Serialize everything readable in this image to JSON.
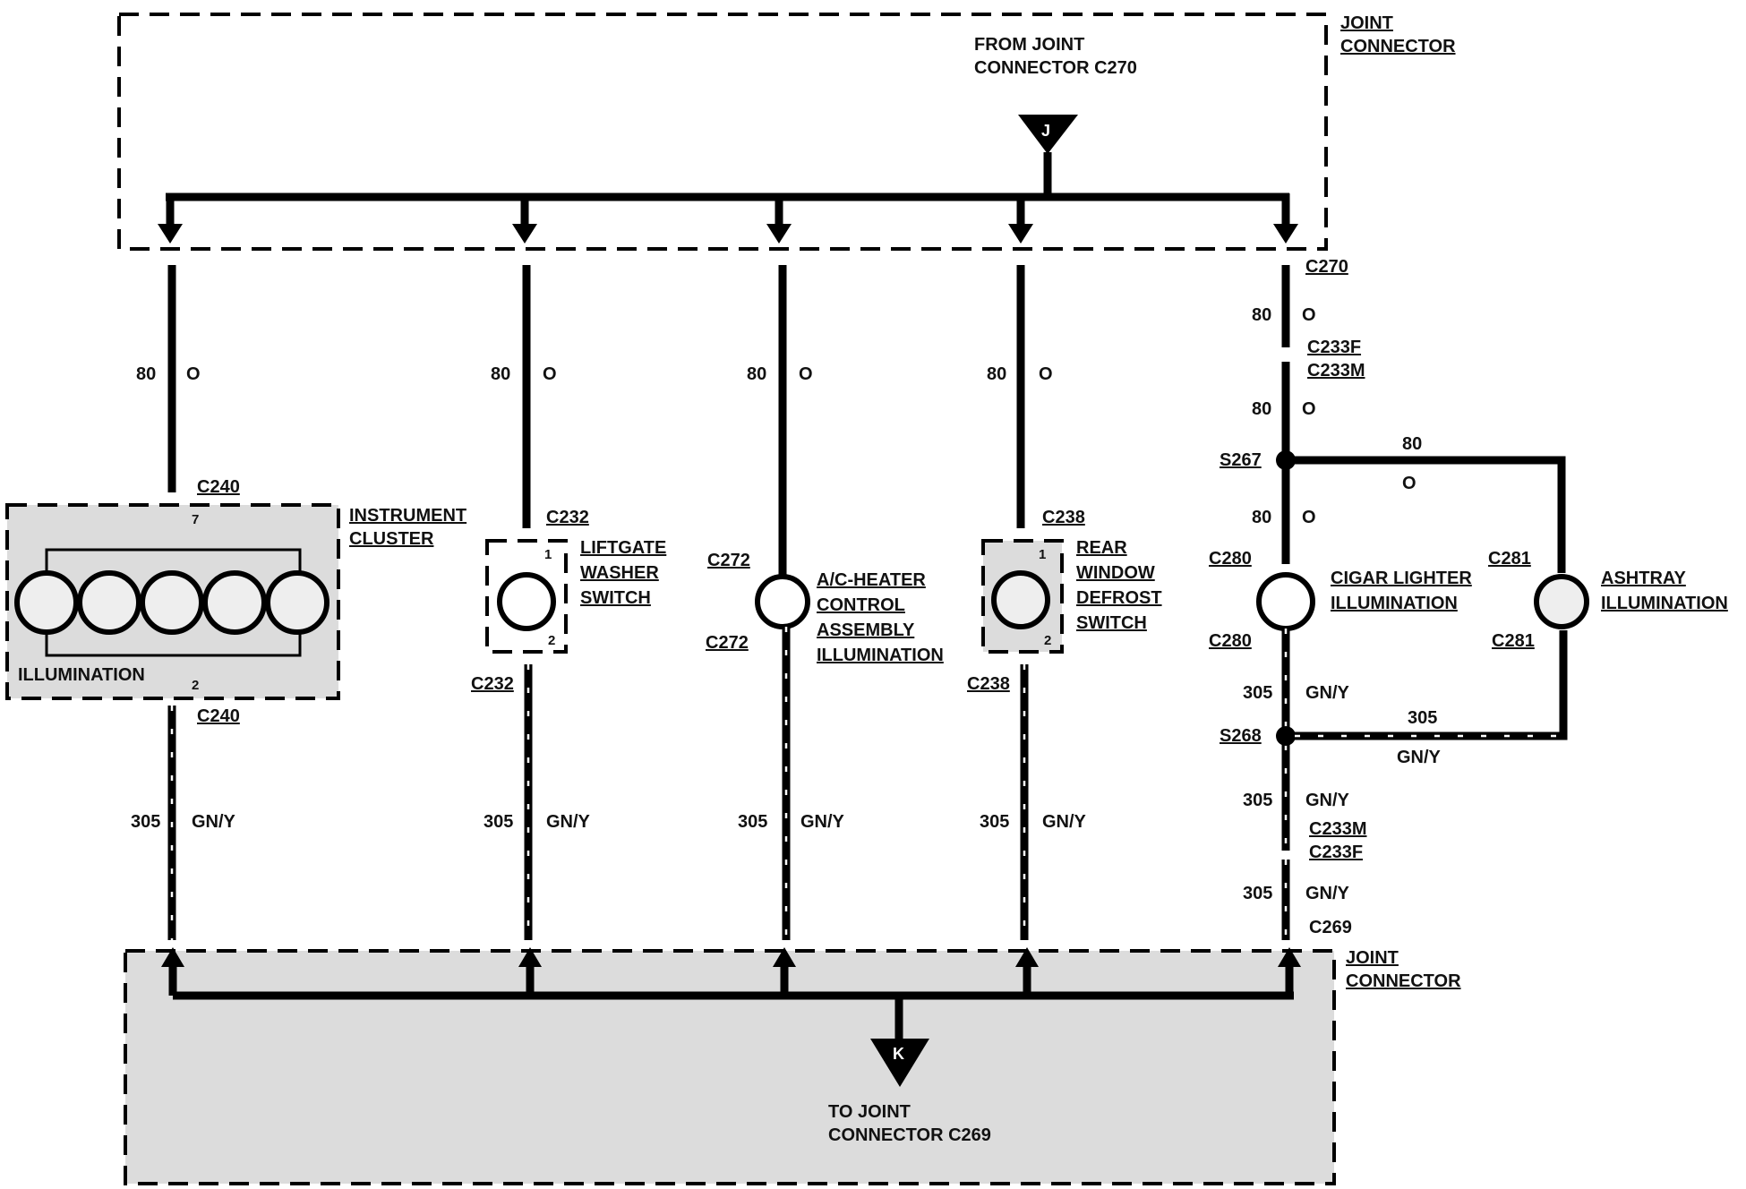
{
  "top_joint": {
    "label_line1": "JOINT",
    "label_line2": "CONNECTOR",
    "from_line1": "FROM JOINT",
    "from_line2": "CONNECTOR C270",
    "marker": "J"
  },
  "bottom_joint": {
    "label_line1": "JOINT",
    "label_line2": "CONNECTOR",
    "to_line1": "TO JOINT",
    "to_line2": "CONNECTOR C269",
    "marker": "K"
  },
  "circuits": {
    "ground_num": "80",
    "ground_color": "O",
    "lamp_num": "305",
    "lamp_color": "GN/Y"
  },
  "instrument": {
    "title1": "INSTRUMENT",
    "title2": "CLUSTER",
    "inner": "ILLUMINATION",
    "conn_top": "C240",
    "conn_bot": "C240",
    "pin_top": "7",
    "pin_bot": "2"
  },
  "liftgate": {
    "title1": "LIFTGATE",
    "title2": "WASHER",
    "title3": "SWITCH",
    "conn_top": "C232",
    "conn_bot": "C232",
    "pin_top": "1",
    "pin_bot": "2"
  },
  "acheater": {
    "title1": "A/C-HEATER",
    "title2": "CONTROL",
    "title3": "ASSEMBLY",
    "title4": "ILLUMINATION",
    "conn_top": "C272",
    "conn_bot": "C272"
  },
  "rear": {
    "title1": "REAR",
    "title2": "WINDOW",
    "title3": "DEFROST",
    "title4": "SWITCH",
    "conn_top": "C238",
    "conn_bot": "C238",
    "pin_top": "1",
    "pin_bot": "2"
  },
  "cigar": {
    "title1": "CIGAR LIGHTER",
    "title2": "ILLUMINATION",
    "conn_top": "C280",
    "conn_bot": "C280",
    "c270": "C270",
    "c233f_top": "C233F",
    "c233m_top": "C233M",
    "c233m_bot": "C233M",
    "c233f_bot": "C233F",
    "c269": "C269",
    "s267": "S267",
    "s268": "S268"
  },
  "ashtray": {
    "title1": "ASHTRAY",
    "title2": "ILLUMINATION",
    "conn_top": "C281",
    "conn_bot": "C281"
  }
}
